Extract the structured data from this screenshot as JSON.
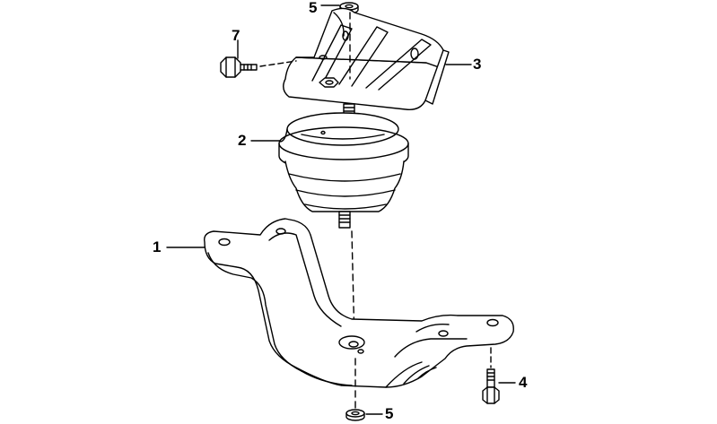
{
  "diagram": {
    "callouts": [
      {
        "id": "1",
        "label": "1"
      },
      {
        "id": "2",
        "label": "2"
      },
      {
        "id": "3",
        "label": "3"
      },
      {
        "id": "4",
        "label": "4"
      },
      {
        "id": "5a",
        "label": "5"
      },
      {
        "id": "5b",
        "label": "5"
      },
      {
        "id": "7",
        "label": "7"
      }
    ],
    "parts": [
      {
        "ref": "1",
        "icon": "support-bracket-icon"
      },
      {
        "ref": "2",
        "icon": "engine-mount-icon"
      },
      {
        "ref": "3",
        "icon": "mounting-bracket-icon"
      },
      {
        "ref": "4",
        "icon": "hex-bolt-icon"
      },
      {
        "ref": "5",
        "icon": "nut-icon"
      },
      {
        "ref": "7",
        "icon": "hex-bolt-icon"
      }
    ],
    "colors": {
      "line": "#000000",
      "background": "#ffffff"
    }
  }
}
